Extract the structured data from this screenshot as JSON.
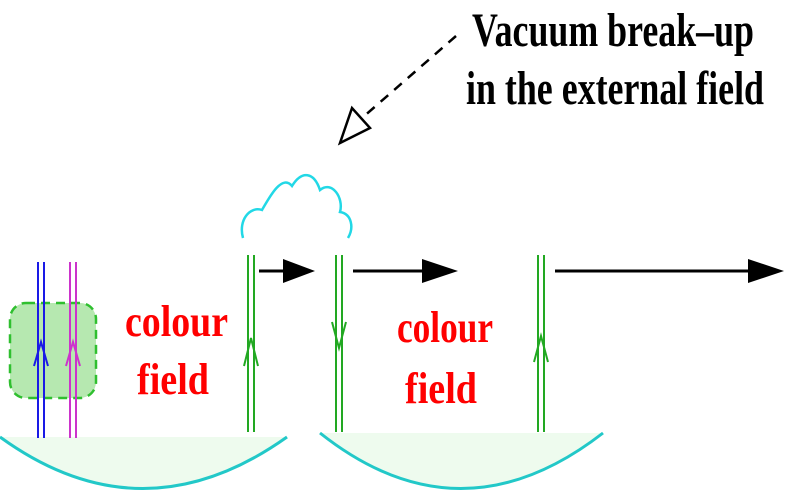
{
  "annotation": {
    "line1": "Vacuum break–up",
    "line2": "in the external field"
  },
  "labels": [
    {
      "line1": "colour",
      "line2": "field"
    },
    {
      "line1": "colour",
      "line2": "field"
    }
  ],
  "colors": {
    "label": "#ff0000",
    "quark_line": "#22a822",
    "blue_line": "#1a1ae6",
    "magenta_line": "#cc33cc",
    "gluon": "#22d8e6",
    "bowl": "#22c8c8",
    "bowl_fill": "#eefbee",
    "box_fill": "#b6e8b0",
    "box_border": "#2fbf2f",
    "arrow": "#000000"
  }
}
